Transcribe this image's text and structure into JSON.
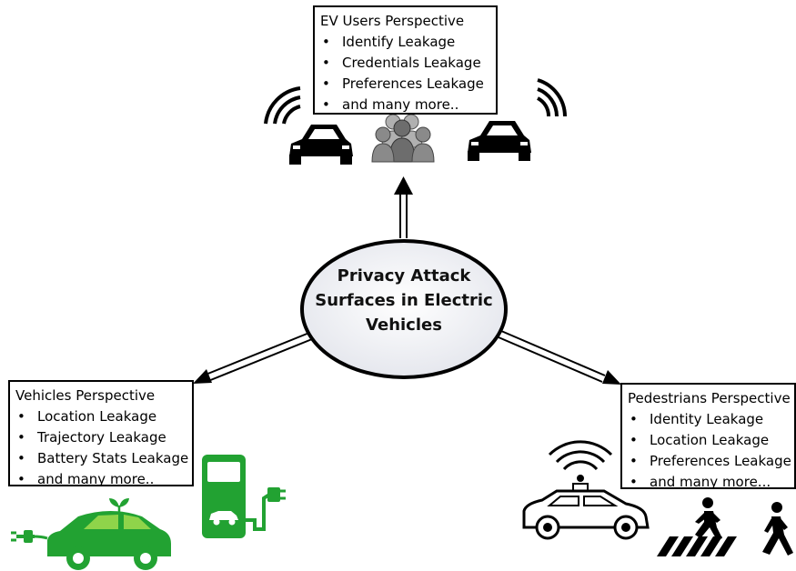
{
  "center": {
    "title": "Privacy Attack Surfaces in Electric Vehicles"
  },
  "ev_users": {
    "title": "EV Users Perspective",
    "items": [
      "Identify Leakage",
      "Credentials Leakage",
      "Preferences Leakage",
      "and many more.."
    ]
  },
  "vehicles": {
    "title": "Vehicles Perspective",
    "items": [
      "Location Leakage",
      "Trajectory Leakage",
      "Battery Stats Leakage",
      "and many more.."
    ]
  },
  "pedestrians": {
    "title": "Pedestrians Perspective",
    "items": [
      "Identity Leakage",
      "Location Leakage",
      "Preferences Leakage",
      "and many more..."
    ]
  },
  "icons": [
    "connected-car-icon",
    "people-group-icon",
    "green-ev-icon",
    "charging-station-icon",
    "autonomous-car-icon",
    "crosswalk-pedestrian-icon",
    "walking-person-icon"
  ],
  "colors": {
    "ev_green": "#22a232",
    "ev_light_green": "#8fd44a",
    "people_gray": "#8a8a8a"
  }
}
